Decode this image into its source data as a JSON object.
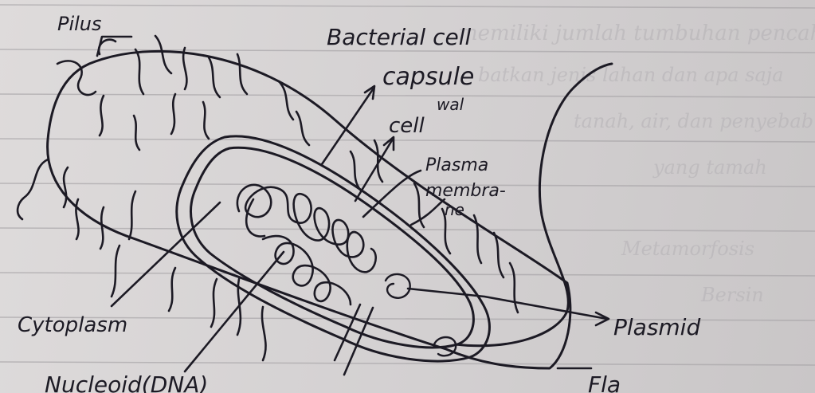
{
  "labels": {
    "pilus": "Pilus",
    "title": "Bacterial cell",
    "capsule": "capsule",
    "cell_wall": "cell",
    "cell_wall_sup": "wal",
    "plasma_membrane_1": "Plasma",
    "plasma_membrane_2": "membra-",
    "plasma_membrane_3": "ne",
    "cytoplasm": "Cytoplasm",
    "nucleoid": "Nucleoid(DNA)",
    "plasmid": "Plasmid",
    "flagellum": "Fla"
  },
  "bleed_through": [
    "memiliki jumlah tumbuhan pencahar",
    "batkan jenis lahan dan apa saja",
    "tanah, air, dan penyebab utama",
    "yang tamah",
    "Metamorfosis",
    "Bersin"
  ],
  "colors": {
    "ink": "#1c1a24",
    "paper": "#d8d5d5",
    "rule_line": "#a9a6a9"
  }
}
